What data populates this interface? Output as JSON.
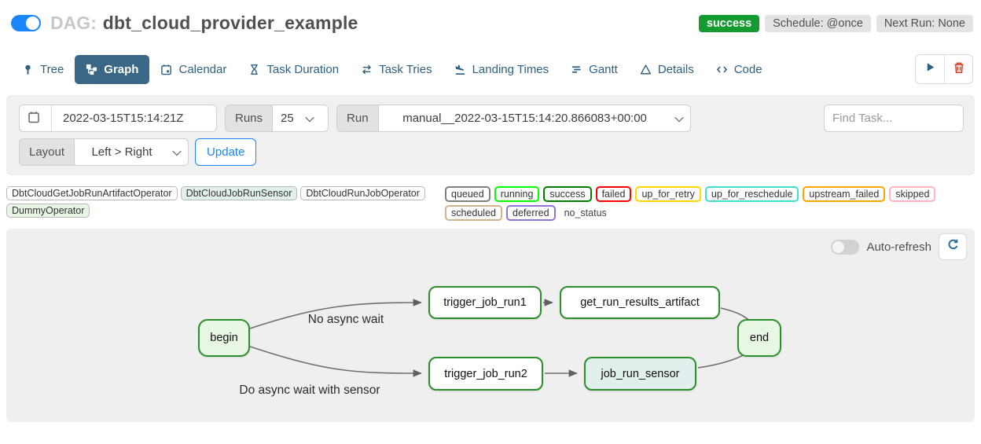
{
  "header": {
    "dag_toggle_state": "on",
    "dag_label": "DAG:",
    "dag_name": "dbt_cloud_provider_example",
    "status_badge": "success",
    "schedule_badge": "Schedule: @once",
    "next_run_badge": "Next Run: None"
  },
  "tabs": [
    {
      "label": "Tree",
      "icon": "tree-icon",
      "selected": false
    },
    {
      "label": "Graph",
      "icon": "graph-icon",
      "selected": true
    },
    {
      "label": "Calendar",
      "icon": "calendar-icon",
      "selected": false
    },
    {
      "label": "Task Duration",
      "icon": "hourglass-icon",
      "selected": false
    },
    {
      "label": "Task Tries",
      "icon": "repeat-icon",
      "selected": false
    },
    {
      "label": "Landing Times",
      "icon": "plane-landing-icon",
      "selected": false
    },
    {
      "label": "Gantt",
      "icon": "gantt-icon",
      "selected": false
    },
    {
      "label": "Details",
      "icon": "triangle-icon",
      "selected": false
    },
    {
      "label": "Code",
      "icon": "code-icon",
      "selected": false
    }
  ],
  "toolbar": {
    "play": "trigger-dag-button",
    "delete": "delete-dag-button"
  },
  "filters": {
    "date_value": "2022-03-15T15:14:21Z",
    "runs_label": "Runs",
    "runs_value": "25",
    "run_label": "Run",
    "run_value": "manual__2022-03-15T15:14:20.866083+00:00",
    "find_task_placeholder": "Find Task...",
    "layout_label": "Layout",
    "layout_value": "Left > Right",
    "update_label": "Update"
  },
  "legend": {
    "operators": [
      {
        "label": "DbtCloudGetJobRunArtifactOperator",
        "fill": "#ffffff"
      },
      {
        "label": "DbtCloudJobRunSensor",
        "fill": "#e1f0ec"
      },
      {
        "label": "DbtCloudRunJobOperator",
        "fill": "#ffffff"
      },
      {
        "label": "DummyOperator",
        "fill": "#e8f7e4"
      }
    ],
    "statuses": [
      {
        "label": "queued",
        "color": "#808080"
      },
      {
        "label": "running",
        "color": "#00ff00"
      },
      {
        "label": "success",
        "color": "#008000"
      },
      {
        "label": "failed",
        "color": "#ff0000"
      },
      {
        "label": "up_for_retry",
        "color": "#ffd700"
      },
      {
        "label": "up_for_reschedule",
        "color": "#40e0d0"
      },
      {
        "label": "upstream_failed",
        "color": "#ffa500"
      },
      {
        "label": "skipped",
        "color": "#ffb6c1"
      },
      {
        "label": "scheduled",
        "color": "#d2b48c"
      },
      {
        "label": "deferred",
        "color": "#9370db"
      }
    ],
    "no_status_label": "no_status"
  },
  "graph": {
    "auto_refresh_label": "Auto-refresh",
    "auto_refresh_state": "off",
    "nodes": [
      {
        "id": "begin",
        "label": "begin",
        "fill": "#e8f7e4",
        "border": "#2b8f2b"
      },
      {
        "id": "trigger_job_run1",
        "label": "trigger_job_run1",
        "fill": "#ffffff",
        "border": "#2b8f2b"
      },
      {
        "id": "get_run_results_artifact",
        "label": "get_run_results_artifact",
        "fill": "#ffffff",
        "border": "#2b8f2b"
      },
      {
        "id": "trigger_job_run2",
        "label": "trigger_job_run2",
        "fill": "#ffffff",
        "border": "#2b8f2b"
      },
      {
        "id": "job_run_sensor",
        "label": "job_run_sensor",
        "fill": "#e1f0ec",
        "border": "#2b8f2b"
      },
      {
        "id": "end",
        "label": "end",
        "fill": "#e8f7e4",
        "border": "#2b8f2b"
      }
    ],
    "edge_labels": [
      {
        "text": "No async wait"
      },
      {
        "text": "Do async wait with sensor"
      }
    ],
    "edges": [
      "begin -> trigger_job_run1",
      "begin -> trigger_job_run2",
      "trigger_job_run1 -> get_run_results_artifact",
      "trigger_job_run2 -> job_run_sensor",
      "get_run_results_artifact -> end",
      "job_run_sensor -> end"
    ]
  },
  "colors": {
    "accent_blue": "#1b86f9",
    "tab_selected_bg": "#3a6786",
    "success_badge_green": "#149b2f",
    "node_border_green": "#2b8f2b",
    "panel_gray": "#efefef",
    "trash_red": "#e43921"
  }
}
